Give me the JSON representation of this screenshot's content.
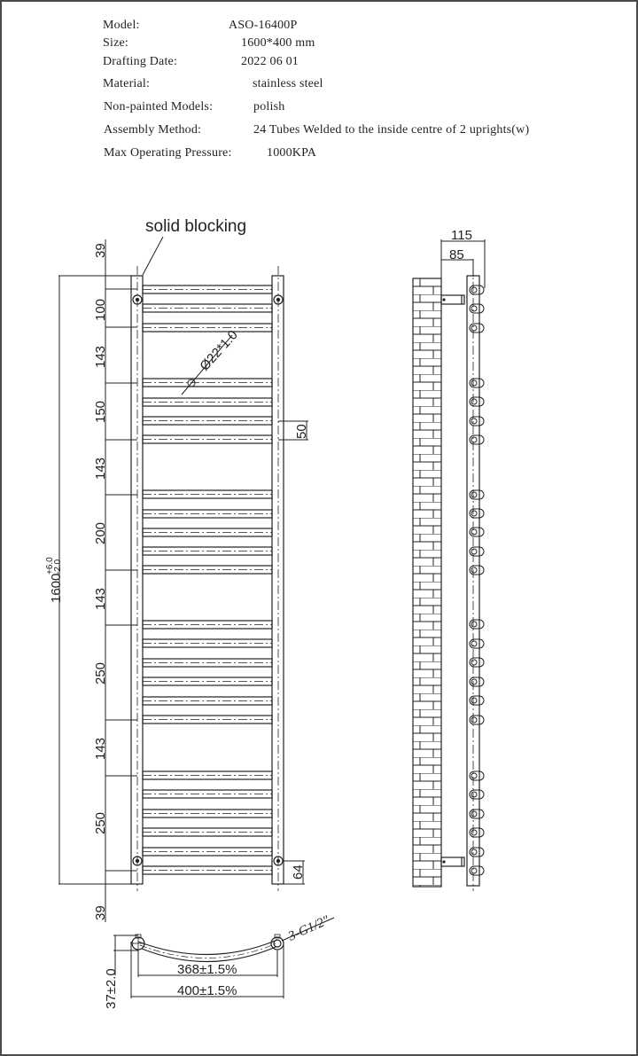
{
  "specs": {
    "model": {
      "label": "Model:",
      "value": "ASO-16400P"
    },
    "size": {
      "label": "Size:",
      "value": "1600*400 mm"
    },
    "drafting_date": {
      "label": "Drafting Date:",
      "value": "2022 06 01"
    },
    "material": {
      "label": "Material:",
      "value": "stainless steel"
    },
    "non_painted_models": {
      "label": "Non-painted Models:",
      "value": "polish"
    },
    "assembly_method": {
      "label": "Assembly Method:",
      "value": "24 Tubes Welded to the inside centre of 2 uprights(w)"
    },
    "max_pressure": {
      "label": "Max Operating Pressure:",
      "value": "1000KPA"
    }
  },
  "front_view": {
    "callout": "solid blocking",
    "tube_diameter": "Ø22*1.0",
    "overall_height": "1600",
    "height_tol_upper": "+6.0",
    "height_tol_lower": "-2.0",
    "right_dim_upper": "50",
    "right_dim_lower": "64",
    "spacing_dims": [
      "39",
      "100",
      "143",
      "150",
      "143",
      "200",
      "143",
      "250",
      "143",
      "250",
      "39"
    ],
    "tube_groups": [
      3,
      4,
      5,
      6,
      6
    ]
  },
  "side_view": {
    "dim_outer": "115",
    "dim_inner": "85"
  },
  "plan_view": {
    "connection": "3-G1/2\"",
    "depth": "37±2.0",
    "inner_width": "368±1.5%",
    "outer_width": "400±1.5%"
  },
  "colors": {
    "line": "#222222",
    "frame": "#4a4a4a",
    "background": "#ffffff"
  }
}
